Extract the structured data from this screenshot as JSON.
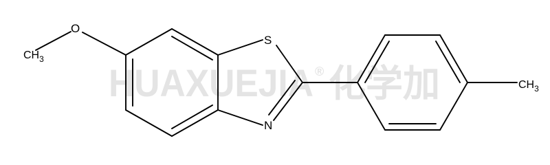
{
  "watermark": {
    "latin": "HUAXUEJIA",
    "registered": "®",
    "cjk": "化学加"
  },
  "labels": {
    "oxygen": "O",
    "sulfur": "S",
    "nitrogen": "N",
    "left_methyl_main": "CH",
    "left_methyl_sub": "3",
    "right_methyl_main": "CH",
    "right_methyl_sub": "3"
  },
  "colors": {
    "bonds": "#000000",
    "labels": "#000000",
    "watermark": "#e4e4e4",
    "background": "#ffffff"
  }
}
